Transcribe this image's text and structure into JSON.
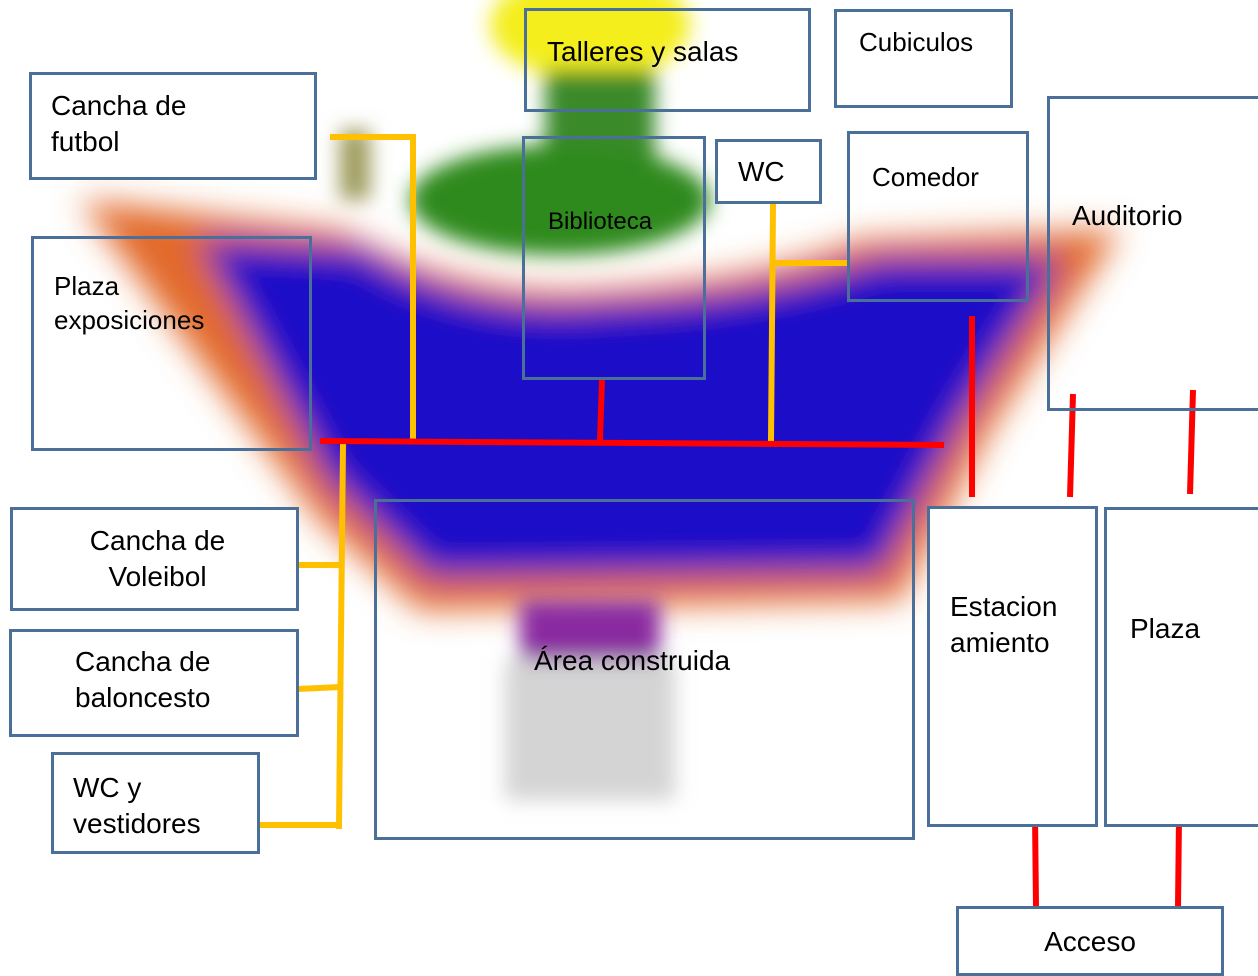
{
  "diagram": {
    "colors": {
      "box_border": "#4a6f99",
      "local_link": "#ffc000",
      "main_link": "#ff0000",
      "blur_blue": "#1a0fc8",
      "blur_orange": "#e2692c",
      "blur_green": "#2f8a1e",
      "blur_yellow": "#f4ee1a"
    },
    "boxes": {
      "talleres": "Talleres y salas",
      "cubiculos": "Cubiculos",
      "cancha_futbol": "Cancha de futbol",
      "biblioteca": "Biblioteca",
      "wc_top": "WC",
      "comedor": "Comedor",
      "auditorio": "Auditorio",
      "plaza_expo": "Plaza exposiciones",
      "cancha_voleibol": "Cancha de Voleibol",
      "cancha_baloncesto": "Cancha de baloncesto",
      "wc_vestidores": "WC y vestidores",
      "area_construida": "Área construida",
      "estacionamiento": "Estacion amiento",
      "plaza": "Plaza",
      "acceso": "Acceso"
    }
  }
}
